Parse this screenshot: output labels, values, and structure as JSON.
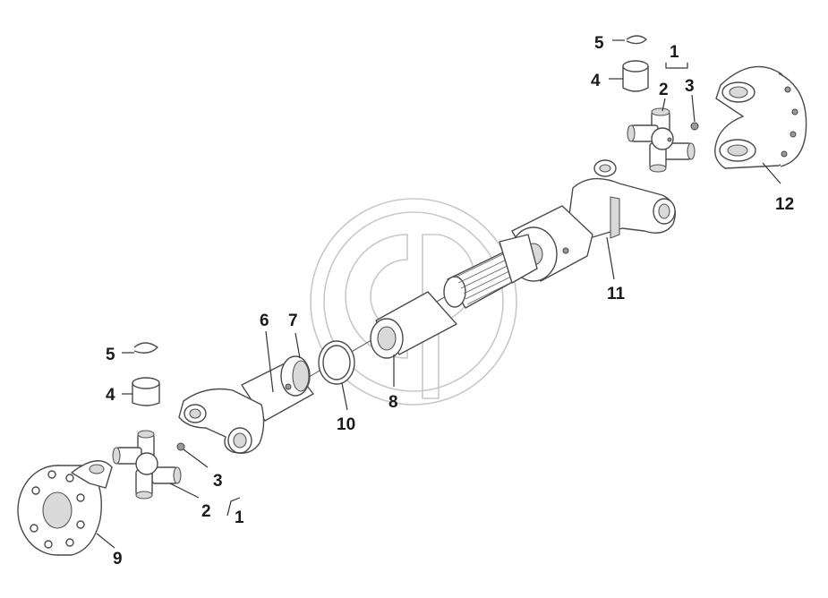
{
  "diagram": {
    "callouts": [
      {
        "id": "c-5-top",
        "label": "5"
      },
      {
        "id": "c-4-top",
        "label": "4"
      },
      {
        "id": "c-1-top",
        "label": "1"
      },
      {
        "id": "c-2-top",
        "label": "2"
      },
      {
        "id": "c-3-top",
        "label": "3"
      },
      {
        "id": "c-12",
        "label": "12"
      },
      {
        "id": "c-11",
        "label": "11"
      },
      {
        "id": "c-6",
        "label": "6"
      },
      {
        "id": "c-7",
        "label": "7"
      },
      {
        "id": "c-5-bot",
        "label": "5"
      },
      {
        "id": "c-4-bot",
        "label": "4"
      },
      {
        "id": "c-10",
        "label": "10"
      },
      {
        "id": "c-8",
        "label": "8"
      },
      {
        "id": "c-3-bot",
        "label": "3"
      },
      {
        "id": "c-2-bot",
        "label": "2"
      },
      {
        "id": "c-1-bot",
        "label": "1"
      },
      {
        "id": "c-9",
        "label": "9"
      }
    ]
  }
}
